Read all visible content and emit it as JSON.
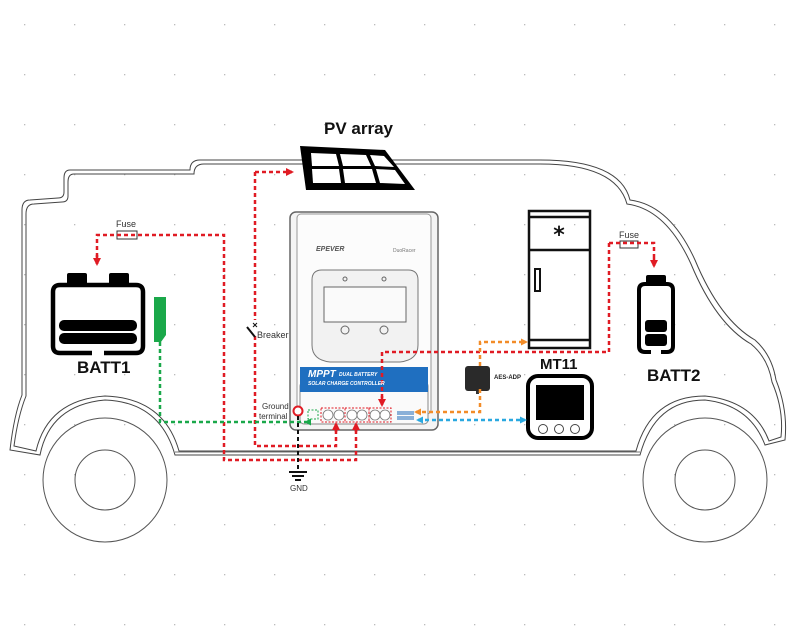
{
  "diagram": {
    "title": "PV array",
    "labels": {
      "batt1": "BATT1",
      "batt2": "BATT2",
      "fuse_left": "Fuse",
      "fuse_right": "Fuse",
      "breaker": "Breaker",
      "ground_terminal_line1": "Ground",
      "ground_terminal_line2": "terminal",
      "gnd": "GND",
      "mt11": "MT11",
      "aes_adp": "AES-ADP"
    },
    "controller": {
      "brand": "EPEVER",
      "model": "DuoRacer",
      "banner_line1_big": "MPPT",
      "banner_line1_small": "DUAL BATTERY",
      "banner_line2": "SOLAR CHARGE CONTROLLER"
    },
    "colors": {
      "power_wire": "#e01b24",
      "ground_wire": "#1aa84a",
      "comm_orange": "#f28c28",
      "comm_blue": "#29a8e0",
      "banner_blue": "#1f6fc0",
      "gnd_wire": "#111111"
    },
    "connections": [
      {
        "from": "PV array",
        "to": "Controller PV terminal",
        "via": "Breaker",
        "type": "power"
      },
      {
        "from": "BATT1",
        "to": "Controller BATT1 terminal",
        "via": "Fuse",
        "type": "power"
      },
      {
        "from": "BATT2",
        "to": "Controller BATT2 terminal",
        "via": "Fuse",
        "type": "power"
      },
      {
        "from": "BATT1 negative",
        "to": "Ground terminal",
        "type": "ground"
      },
      {
        "from": "Ground terminal",
        "to": "GND",
        "type": "earth"
      },
      {
        "from": "Controller COM",
        "to": "Refrigerator",
        "via": "AES-ADP",
        "type": "communication"
      },
      {
        "from": "Controller COM",
        "to": "MT11",
        "type": "communication"
      }
    ]
  }
}
